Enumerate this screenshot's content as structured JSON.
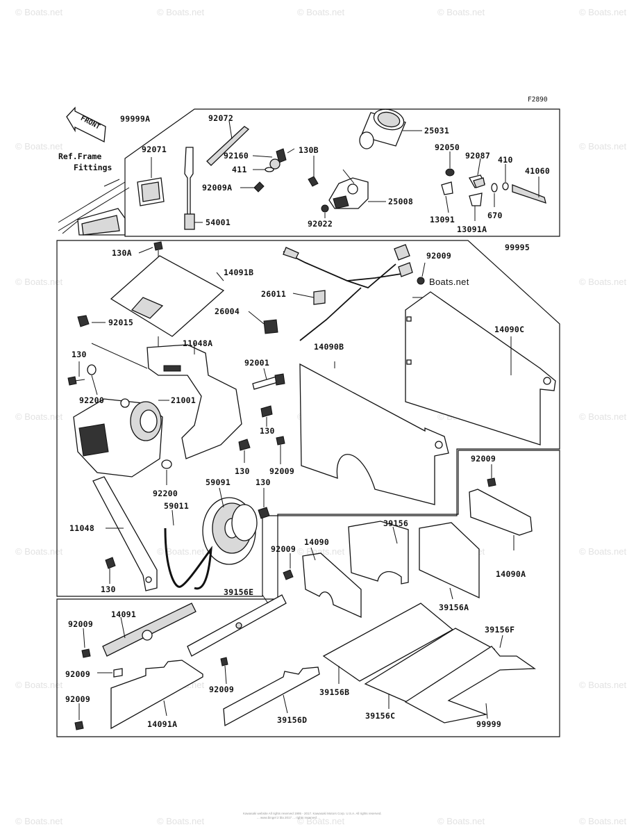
{
  "figure_code": "F2890",
  "watermark": "© Boats.net",
  "inline_watermark": "Boats.net",
  "front_arrow": "FRONT",
  "ref_note_line1": "Ref.Frame",
  "ref_note_line2": "Fittings",
  "copyright_line1": "Kawasaki website All rights reserved 1995 - 2017. Kawasaki Motors Corp. U.S.A. All rights reserved.",
  "copyright_line2": "... www.bingel 2 bla 2017 ... rights reserved ...",
  "labels": {
    "l99999A": "99999A",
    "l92072": "92072",
    "l25031": "25031",
    "l92071": "92071",
    "l92160": "92160",
    "l130B": "130B",
    "l411": "411",
    "l92009A": "92009A",
    "l25008": "25008",
    "l54001": "54001",
    "l92022": "92022",
    "l92050": "92050",
    "l92087": "92087",
    "l410": "410",
    "l41060": "41060",
    "l670": "670",
    "l13091": "13091",
    "l13091A": "13091A",
    "l130A": "130A",
    "l14091B": "14091B",
    "l92009_top": "92009",
    "l99995": "99995",
    "l26011": "26011",
    "l26004": "26004",
    "l14090C": "14090C",
    "l92015": "92015",
    "l11048A": "11048A",
    "l14090B": "14090B",
    "l130_a": "130",
    "l92001": "92001",
    "l92200_a": "92200",
    "l21001": "21001",
    "l130_b": "130",
    "l130_c": "130",
    "l92009_mid": "92009",
    "l92200_b": "92200",
    "l59091": "59091",
    "l130_d": "130",
    "l59011": "59011",
    "l11048": "11048",
    "l130_e": "130",
    "l92009_r": "92009",
    "l39156": "39156",
    "l14090": "14090",
    "l92009_c": "92009",
    "l14090A": "14090A",
    "l39156A": "39156A",
    "l39156E": "39156E",
    "l14091": "14091",
    "l92009_l1": "92009",
    "l39156F": "39156F",
    "l92009_l2": "92009",
    "l92009_l3": "92009",
    "l39156B": "39156B",
    "l92009_l4": "92009",
    "l14091A": "14091A",
    "l39156D": "39156D",
    "l39156C": "39156C",
    "l99999": "99999"
  }
}
